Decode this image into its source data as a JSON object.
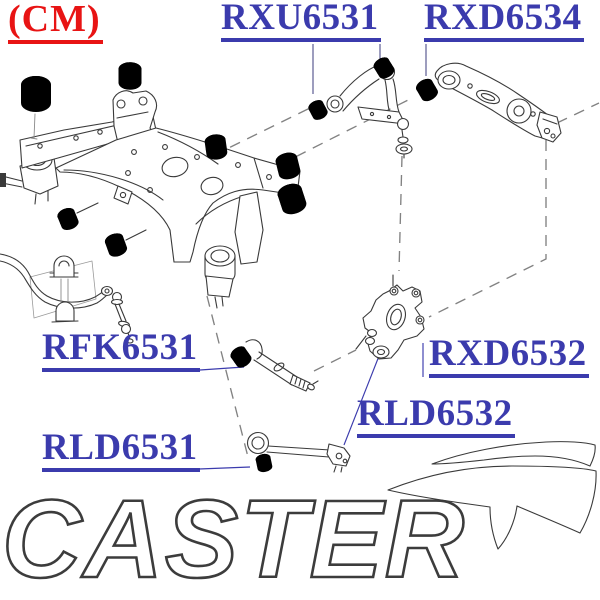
{
  "header": {
    "cm_label": "(CM)"
  },
  "part_labels": {
    "rxu6531": "RXU6531",
    "rxd6534": "RXD6534",
    "rfk6531": "RFK6531",
    "rxd6532": "RXD6532",
    "rld6532": "RLD6532",
    "rld6531": "RLD6531"
  },
  "watermark": {
    "text": "CASTER"
  },
  "colors": {
    "label_blue": "#3b3bad",
    "cm_red": "#e81414",
    "drawing_line": "#3a3a3a",
    "dash_gray": "#828282",
    "watermark_outline": "#3c3c3c",
    "swoosh_blue": "#1d61ae",
    "swoosh_red": "#de2125"
  }
}
